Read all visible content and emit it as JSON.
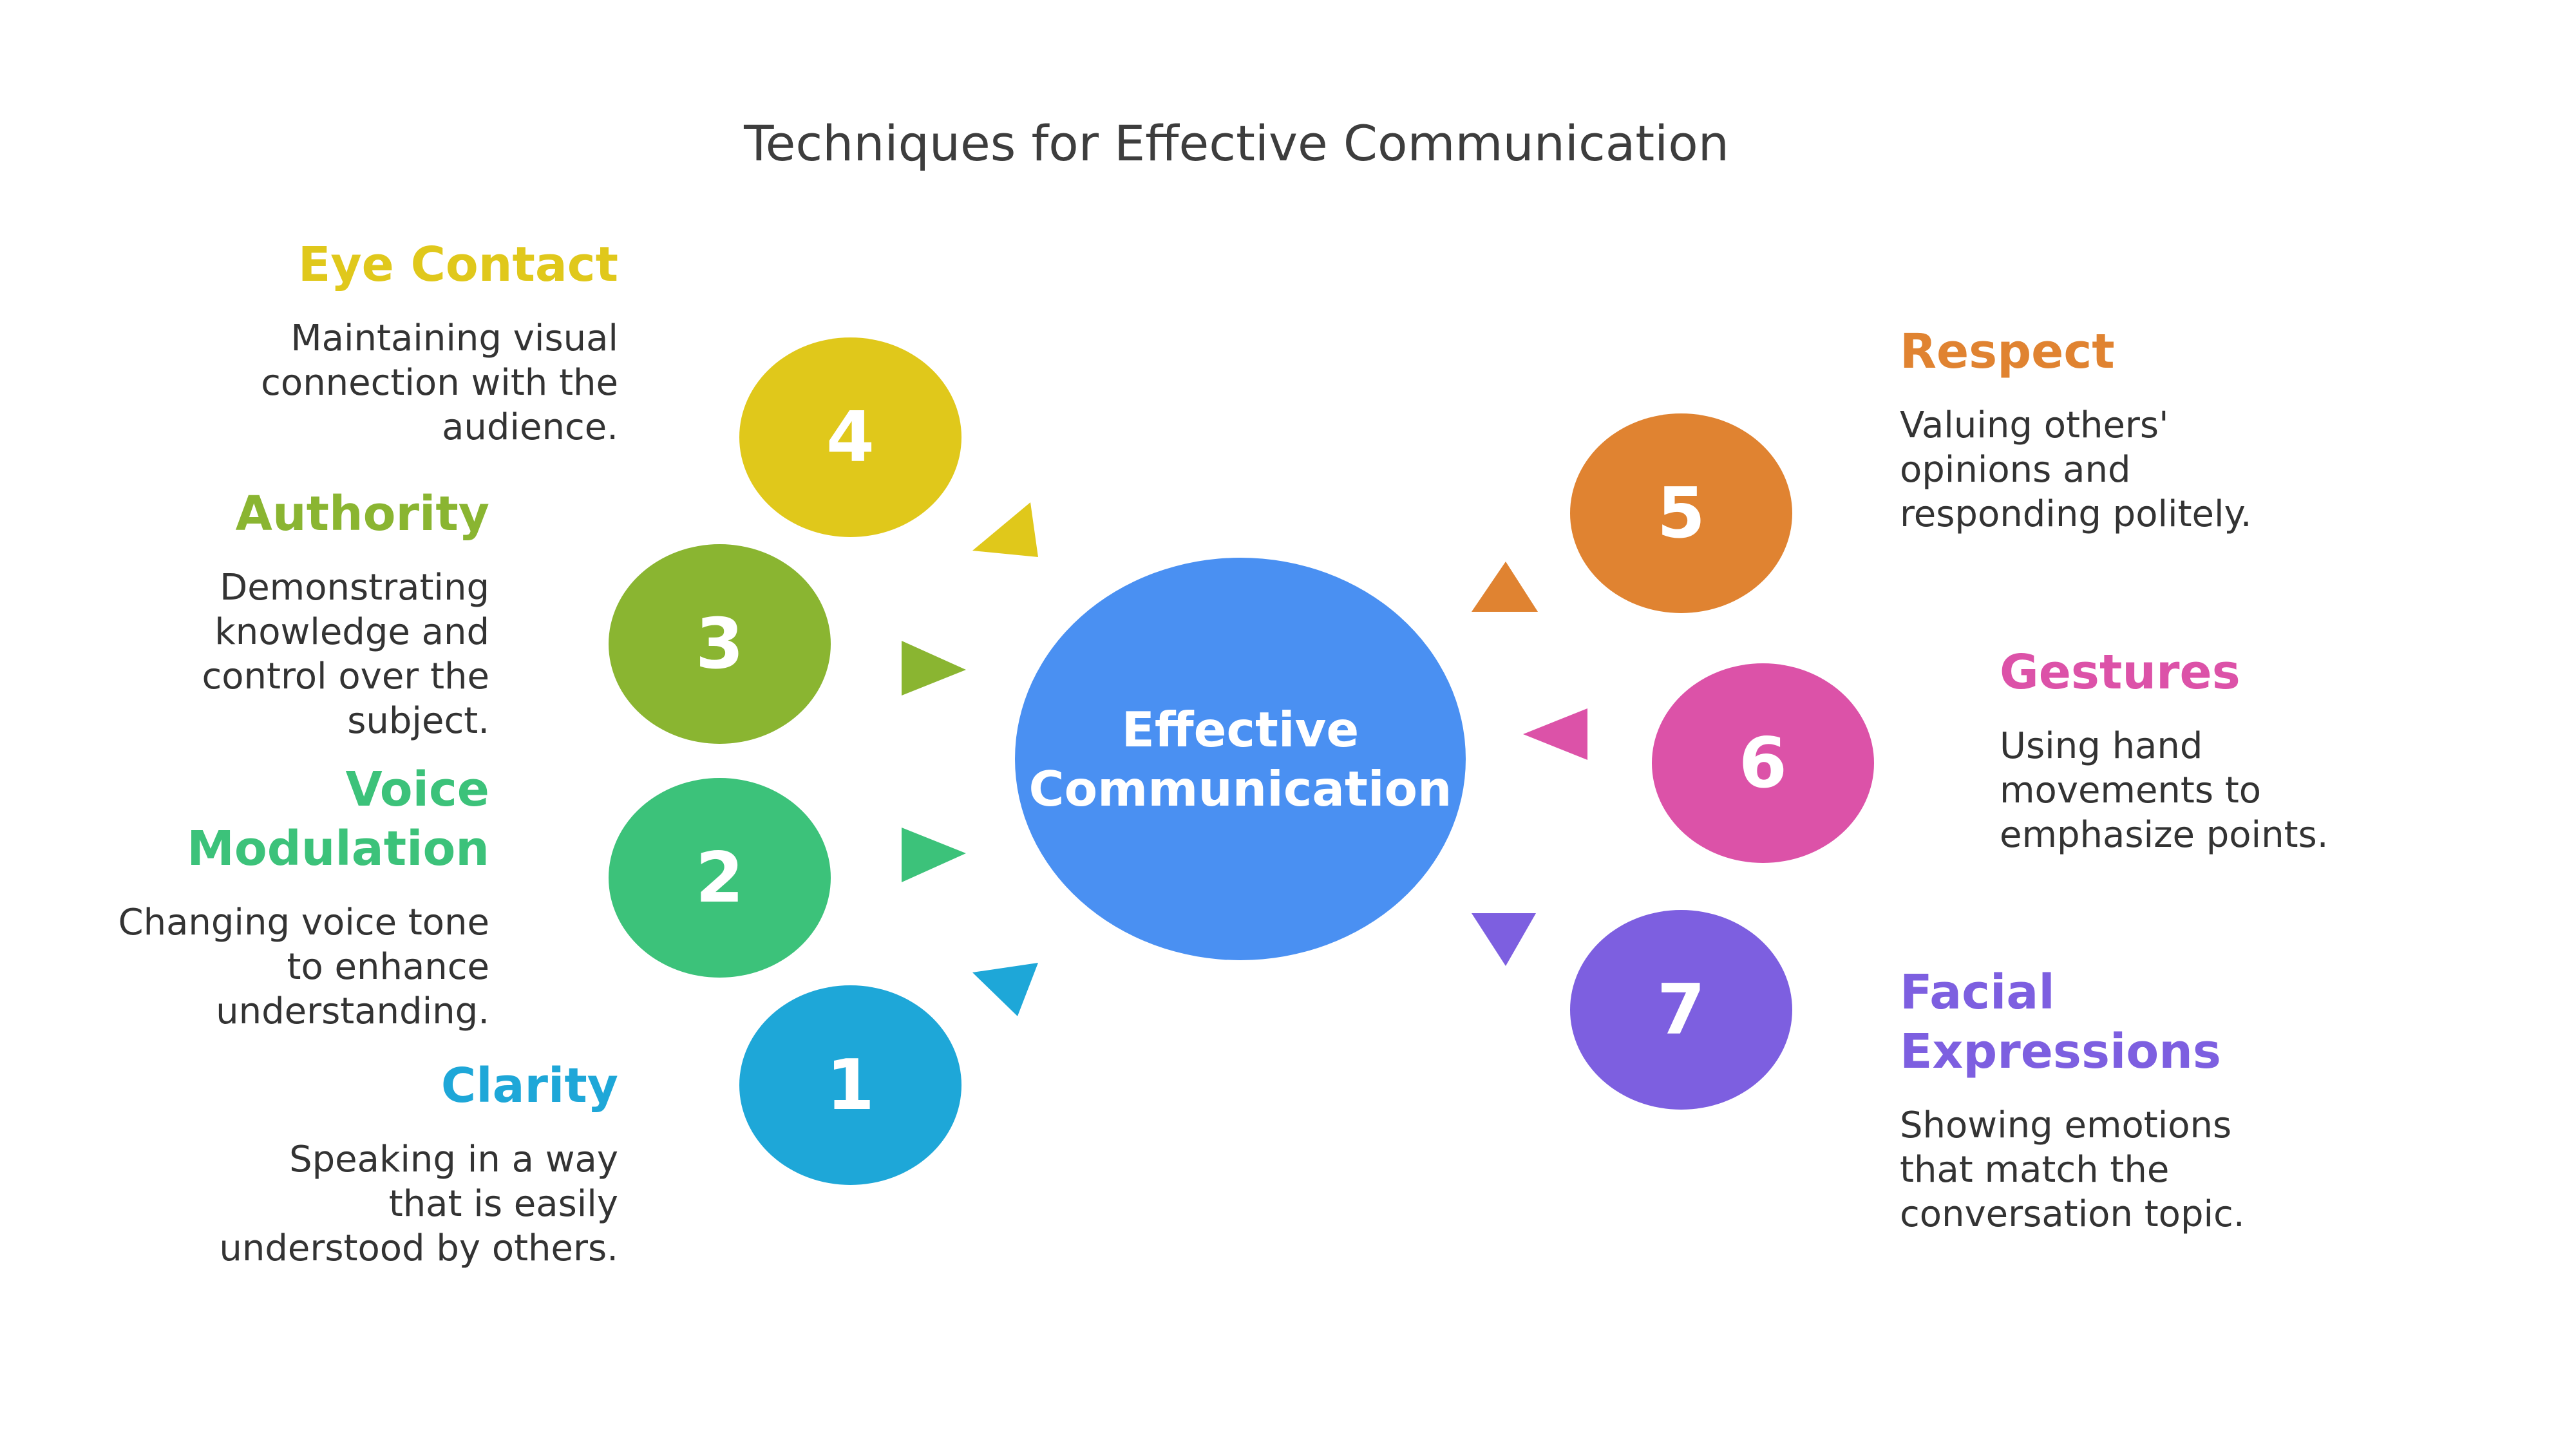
{
  "title": "Techniques for Effective Communication",
  "center": {
    "label": "Effective Communication",
    "color": "#4a90f2"
  },
  "techniques": [
    {
      "number": "1",
      "heading": "Clarity",
      "description": "Speaking in a way that is easily understood by others.",
      "color": "#1ea7d8"
    },
    {
      "number": "2",
      "heading": "Voice Modulation",
      "description": "Changing voice tone to enhance understanding.",
      "color": "#3cc27a"
    },
    {
      "number": "3",
      "heading": "Authority",
      "description": "Demonstrating knowledge and control over the subject.",
      "color": "#8ab531"
    },
    {
      "number": "4",
      "heading": "Eye Contact",
      "description": "Maintaining visual connection with the audience.",
      "color": "#e0c81b"
    },
    {
      "number": "5",
      "heading": "Respect",
      "description": "Valuing others' opinions and responding politely.",
      "color": "#e08331"
    },
    {
      "number": "6",
      "heading": "Gestures",
      "description": "Using hand movements to emphasize points.",
      "color": "#dc52a8"
    },
    {
      "number": "7",
      "heading": "Facial Expressions",
      "description": "Showing emotions that match the conversation topic.",
      "color": "#7d5fe0"
    }
  ]
}
